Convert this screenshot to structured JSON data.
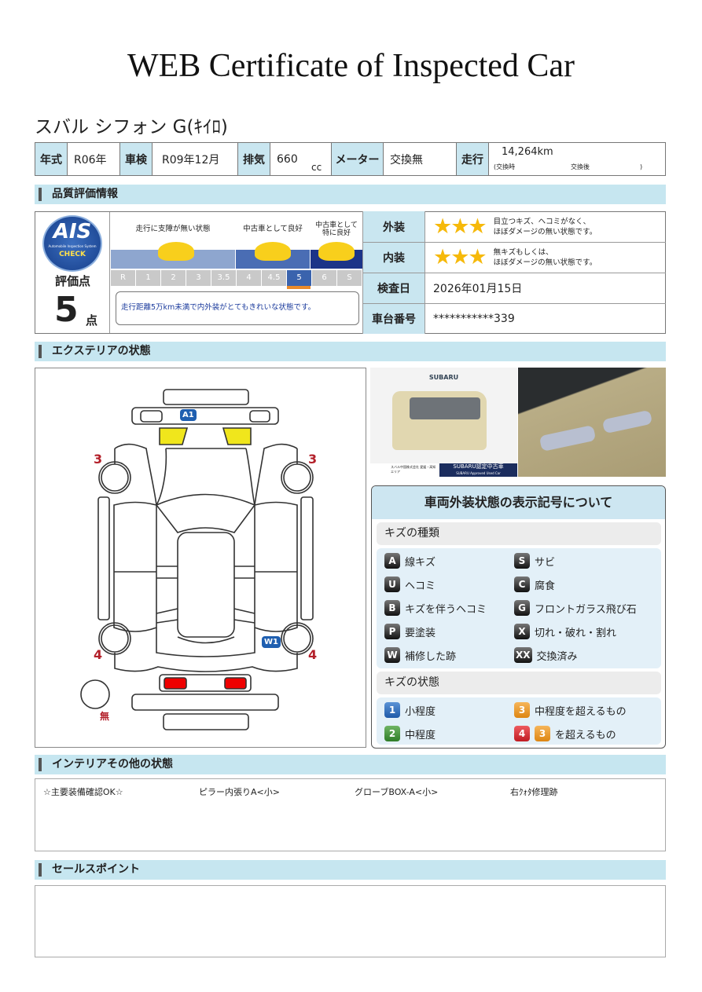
{
  "title": "WEB Certificate of Inspected Car",
  "car_name": "スバル シフォン G(ｷｲﾛ)",
  "spec": {
    "year_label": "年式",
    "year": "R06年",
    "inspection_label": "車検",
    "inspection": "R09年12月",
    "displacement_label": "排気",
    "displacement": "660",
    "displacement_unit": "cc",
    "meter_label": "メーター",
    "meter": "交換無",
    "mileage_label": "走行",
    "mileage": "14,264km",
    "exchange_at": "(交換時",
    "exchange_after": "交換後",
    "paren_close": ")"
  },
  "quality": {
    "section": "品質評価情報",
    "ais_logo": "AIS",
    "ais_sub": "Automobile Inspection System",
    "ais_check": "CHECK",
    "score_label": "評価点",
    "score": "5",
    "score_unit": "点",
    "band1": "走行に支障が無い状態",
    "band2": "中古車として良好",
    "band3a": "中古車として",
    "band3b": "特に良好",
    "grades": [
      "R",
      "1",
      "2",
      "3",
      "3.5",
      "4",
      "4.5",
      "5",
      "6",
      "S"
    ],
    "selected_grade": "5",
    "comment": "走行距離5万km未満で内外装がとてもきれいな状態です。",
    "exterior_label": "外装",
    "exterior_stars": "★★★",
    "exterior_desc1": "目立つキズ、ヘコミがなく、",
    "exterior_desc2": "ほぼダメージの無い状態です。",
    "interior_label": "内装",
    "interior_stars": "★★★",
    "interior_desc1": "無キズもしくは、",
    "interior_desc2": "ほぼダメージの無い状態です。",
    "date_label": "検査日",
    "date": "2026年01月15日",
    "chassis_label": "車台番号",
    "chassis": "***********339"
  },
  "exterior": {
    "section": "エクステリアの状態",
    "marks": {
      "a1": "A1",
      "w1": "W1",
      "fl": "3",
      "fr": "3",
      "rl": "4",
      "rr": "4",
      "spare": "無"
    },
    "photo1_brand": "SUBARU",
    "photo1_dealer": "スバル中国株式会社 愛媛・高知エリア",
    "photo1_banner": "SUBARU認定中古車",
    "photo1_banner_sub": "SUBARU Approved Used Car"
  },
  "legend": {
    "title": "車両外装状態の表示記号について",
    "types_title": "キズの種類",
    "types": [
      {
        "code": "A",
        "label": "線キズ"
      },
      {
        "code": "S",
        "label": "サビ"
      },
      {
        "code": "U",
        "label": "ヘコミ"
      },
      {
        "code": "C",
        "label": "腐食"
      },
      {
        "code": "B",
        "label": "キズを伴うヘコミ"
      },
      {
        "code": "G",
        "label": "フロントガラス飛び石"
      },
      {
        "code": "P",
        "label": "要塗装"
      },
      {
        "code": "X",
        "label": "切れ・破れ・割れ"
      },
      {
        "code": "W",
        "label": "補修した跡"
      },
      {
        "code": "XX",
        "label": "交換済み"
      }
    ],
    "states_title": "キズの状態",
    "states": [
      {
        "code": "1",
        "label": "小程度",
        "color": "#2f6cb5"
      },
      {
        "code": "3",
        "label": "中程度を超えるもの",
        "color": "#e8921c"
      },
      {
        "code": "2",
        "label": "中程度",
        "color": "#3f8f35"
      },
      {
        "code": "4",
        "code2": "3",
        "label": "を超えるもの",
        "color": "#d0262c"
      }
    ]
  },
  "interior": {
    "section": "インテリアその他の状態",
    "notes": [
      "☆主要装備確認OK☆",
      "ピラー内張りA<小>",
      "グローブBOX-A<小>",
      "右ｸｫﾀ修理跡"
    ]
  },
  "sales": {
    "section": "セールスポイント"
  }
}
